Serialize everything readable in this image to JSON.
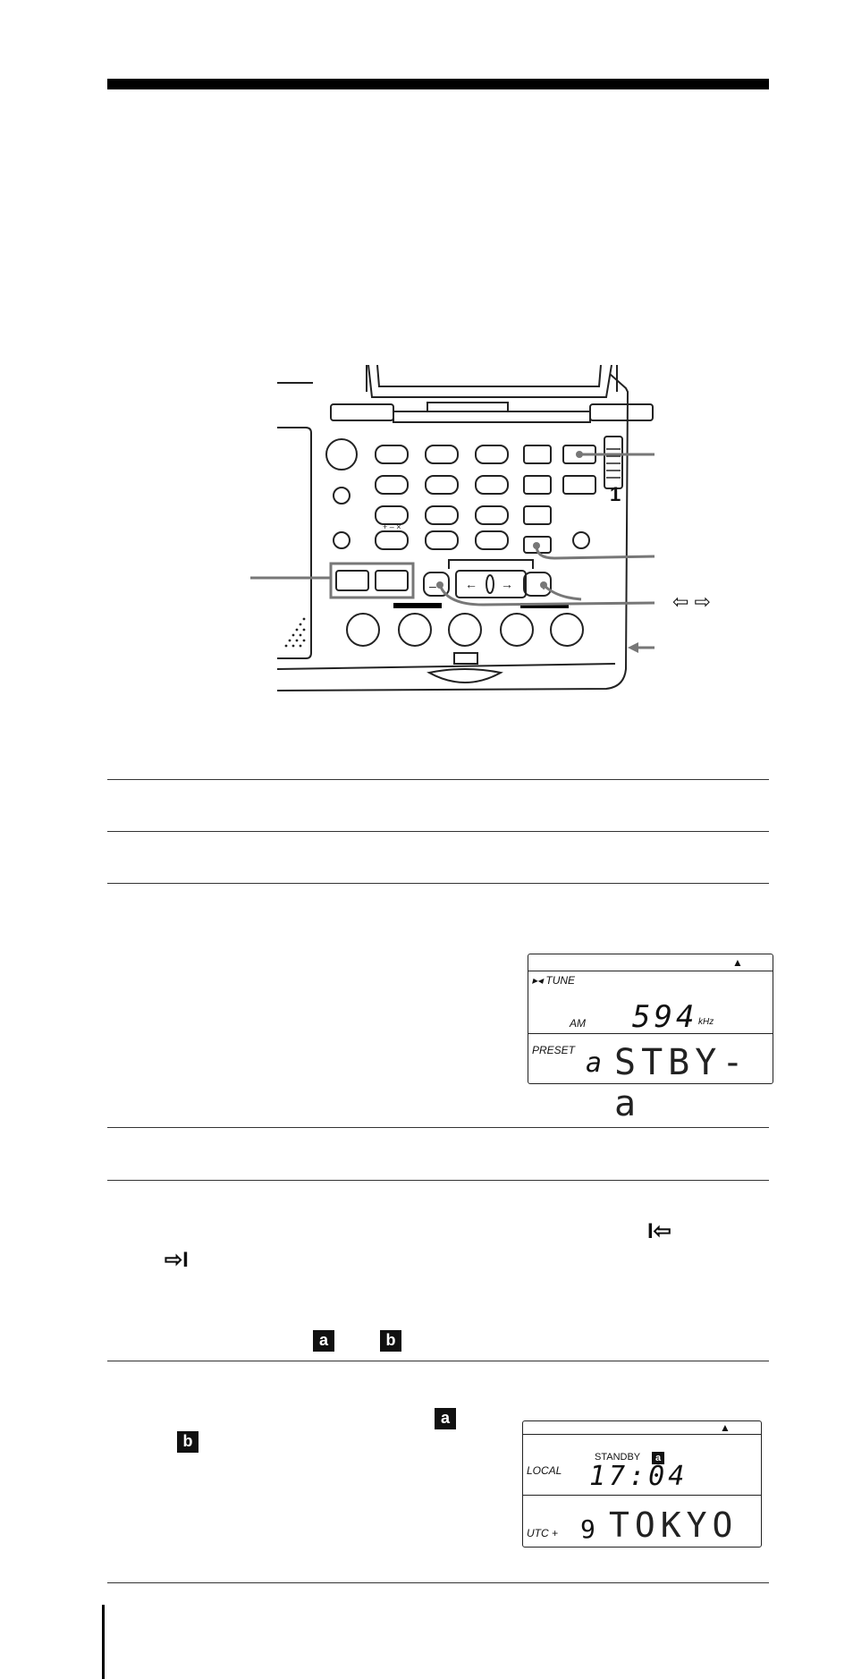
{
  "device_figure": {
    "clock_symbol": "1",
    "callout_arrow_label": "⇦ ⇨"
  },
  "display1": {
    "tune_label": "▸◂ TUNE",
    "band_label": "AM",
    "frequency": "594",
    "unit": "kHz",
    "preset_label": "PRESET",
    "preset_letter": "a",
    "preset_text": "STBY-a"
  },
  "inline_symbols": {
    "skip_back": "I⇦",
    "skip_forward": "⇨I",
    "marker_a": "a",
    "marker_b": "b"
  },
  "display2": {
    "standby_label": "STANDBY",
    "standby_marker": "a",
    "local_label": "LOCAL",
    "time": "17:04",
    "utc_label": "UTC +",
    "utc_offset": "9",
    "city": "TOKYO"
  }
}
